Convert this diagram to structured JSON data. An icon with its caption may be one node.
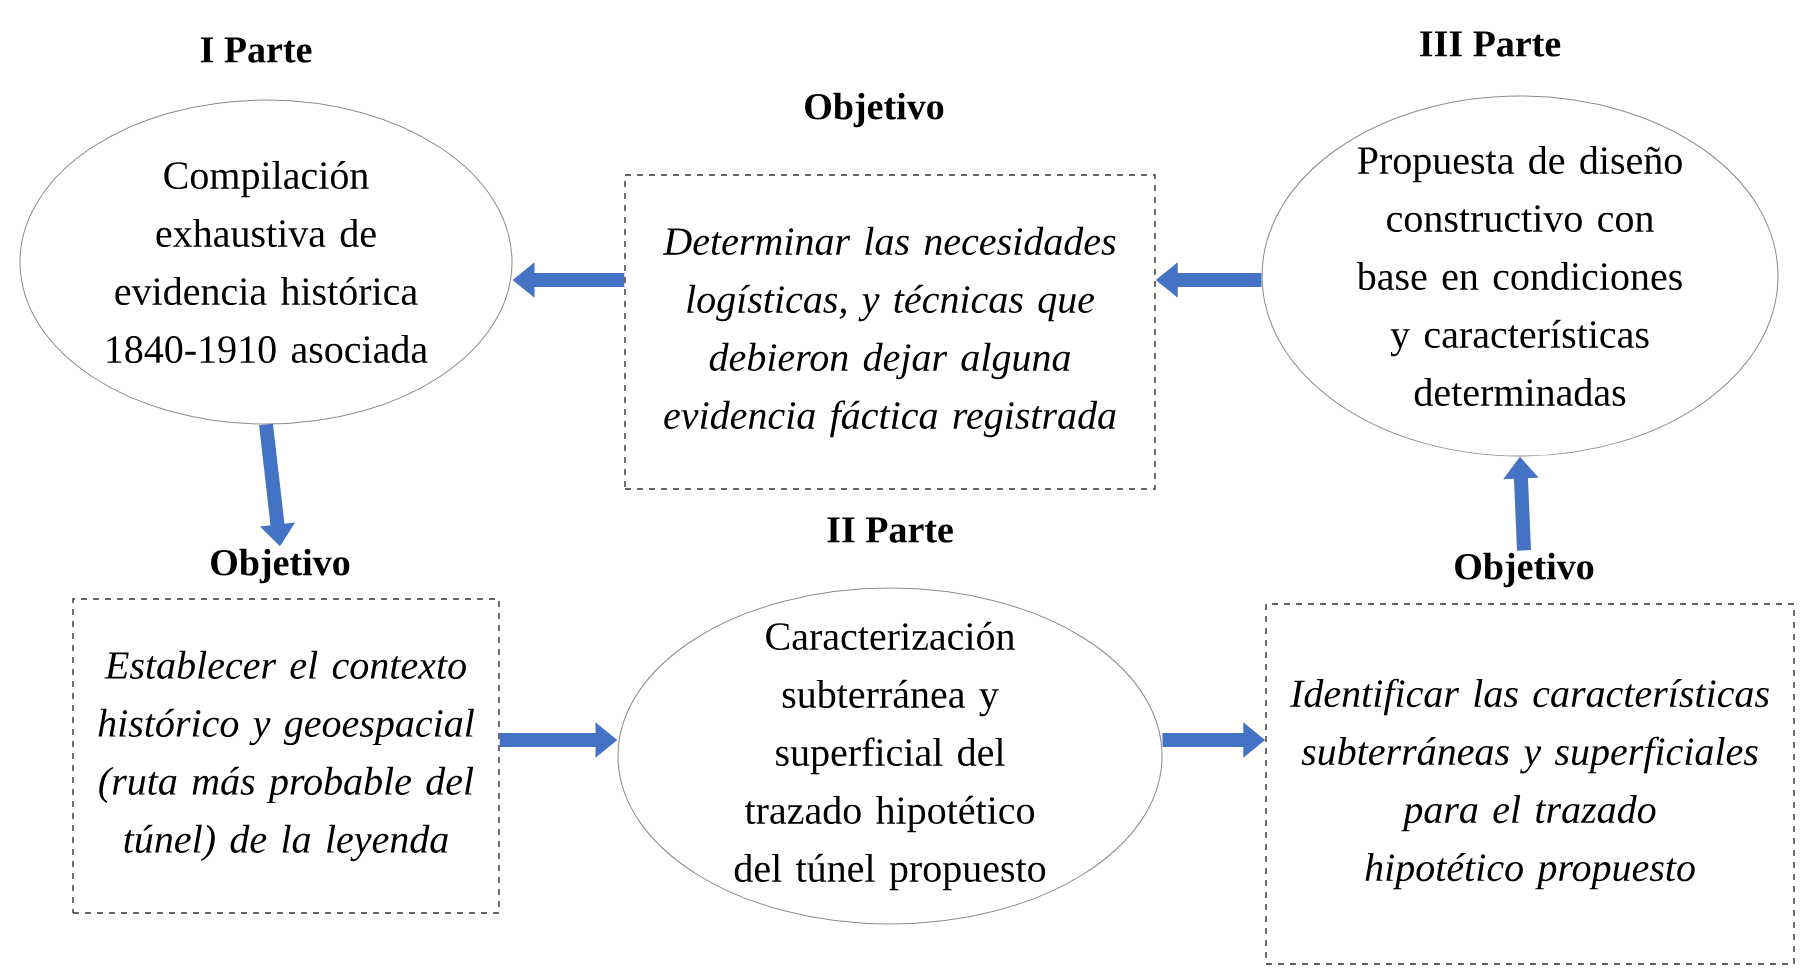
{
  "diagram": {
    "nodes": [
      {
        "text": [
          "I Parte",
          "Compilación exhaustiva de evidencia histórica 1840-1910 asociada"
        ]
      },
      {
        "text": [
          "Objetivo",
          "Determinar las necesidades logísticas, y técnicas que debieron dejar alguna evidencia fáctica registrada"
        ]
      },
      {
        "text": [
          "III Parte",
          "Propuesta de diseño constructivo con base en condiciones y características determinadas"
        ]
      },
      {
        "text": [
          "Objetivo",
          "Establecer el contexto histórico y geoespacial (ruta más probable del túnel) de la leyenda"
        ]
      },
      {
        "text": [
          "II Parte",
          "Caracterización subterránea y superficial del trazado hipotético del túnel propuesto"
        ]
      },
      {
        "text": [
          "Objetivo",
          "Identificar las características subterráneas y superficiales para el trazado hipotético propuesto"
        ]
      }
    ],
    "edges": [
      {
        "from": 1,
        "to": 0,
        "arrow": "to"
      },
      {
        "from": 2,
        "to": 1,
        "arrow": "to"
      },
      {
        "from": 0,
        "to": 3,
        "arrow": "to"
      },
      {
        "from": 3,
        "to": 4,
        "arrow": "to"
      },
      {
        "from": 4,
        "to": 5,
        "arrow": "to"
      },
      {
        "from": 5,
        "to": 2,
        "arrow": "to"
      }
    ]
  }
}
